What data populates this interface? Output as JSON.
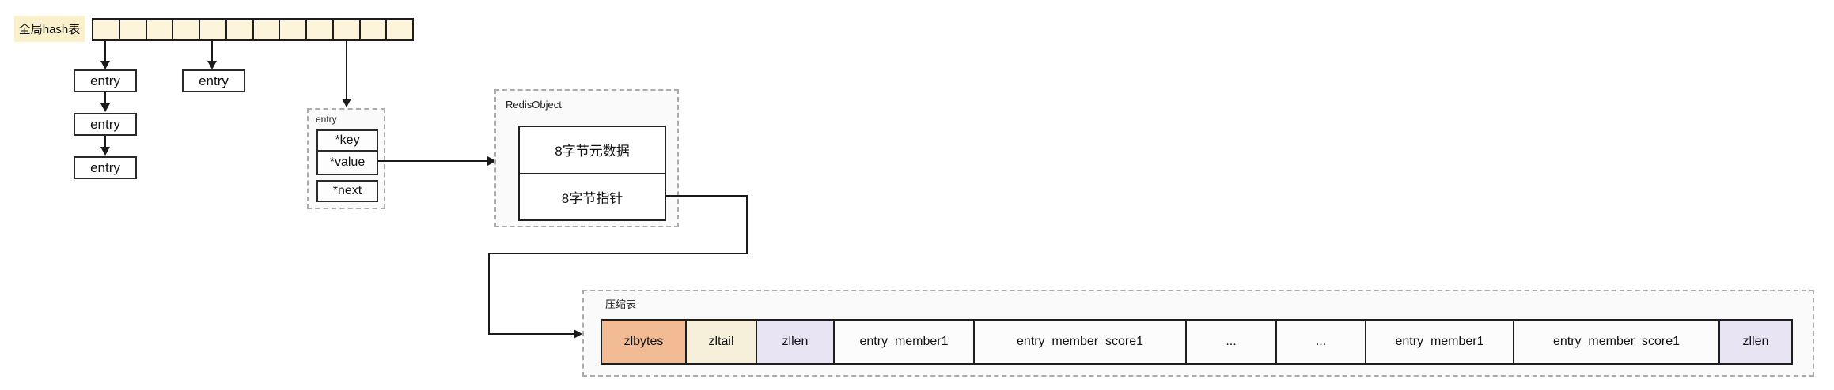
{
  "diagram": {
    "global_hash_table": {
      "label": "全局hash表",
      "slot_count": 12,
      "slot_color": "#FCF5DC",
      "label_bg": "#FAF1CC"
    },
    "hash_entries": {
      "labels": [
        "entry",
        "entry",
        "entry",
        "entry"
      ]
    },
    "entry_struct": {
      "label": "entry",
      "fields": [
        "*key",
        "*value",
        "*next"
      ]
    },
    "redis_object": {
      "label": "RedisObject",
      "rows": [
        "8字节元数据",
        "8字节指针"
      ]
    },
    "ziplist": {
      "label": "压缩表",
      "cells": [
        {
          "text": "zlbytes",
          "color": "#F3BB93"
        },
        {
          "text": "zltail",
          "color": "#F6F0DB"
        },
        {
          "text": "zllen",
          "color": "#E9E4F4"
        },
        {
          "text": "entry_member1",
          "color": "#FCFCFC"
        },
        {
          "text": "entry_member_score1",
          "color": "#FCFCFC"
        },
        {
          "text": "...",
          "color": "#FCFCFC"
        },
        {
          "text": "...",
          "color": "#FCFCFC"
        },
        {
          "text": "entry_member1",
          "color": "#FCFCFC"
        },
        {
          "text": "entry_member_score1",
          "color": "#FCFCFC"
        },
        {
          "text": "zllen",
          "color": "#E9E4F4"
        }
      ]
    },
    "colors": {
      "line": "#1a1a1a",
      "box_border": "#1e1e1e",
      "dashed_border": "#ABABAB",
      "dashed_fill": "#FAFAFA"
    }
  }
}
